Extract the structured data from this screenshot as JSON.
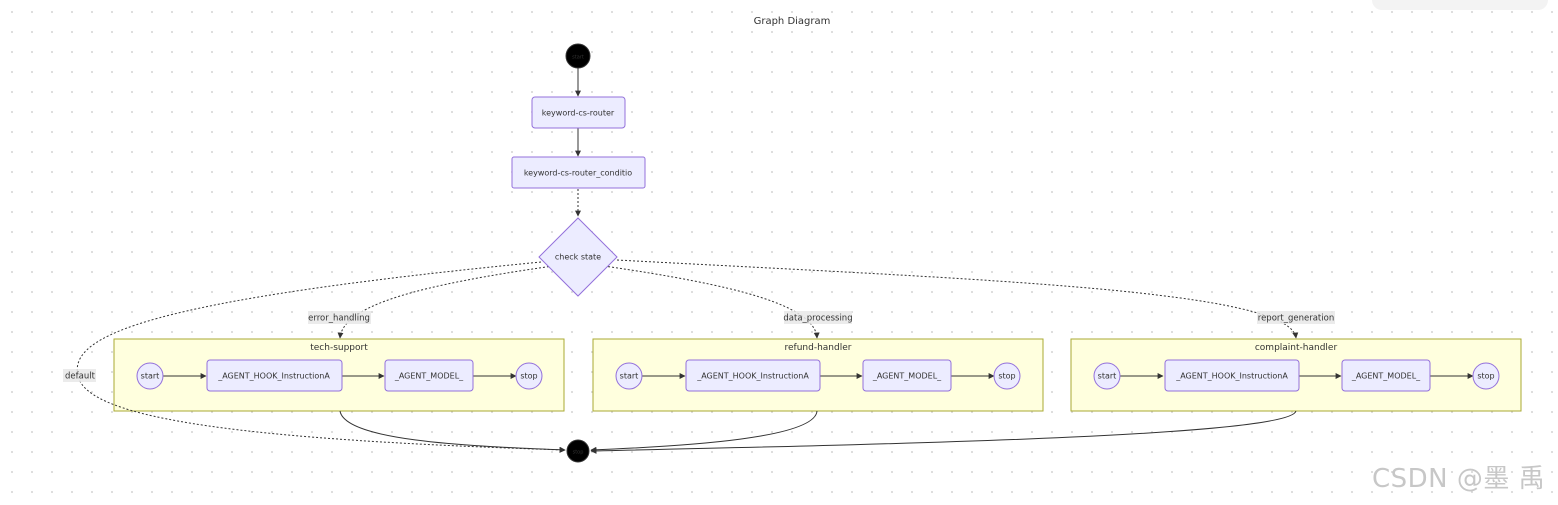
{
  "title": "Graph Diagram",
  "start_node": "start",
  "end_node": "stop",
  "nodes": {
    "router": "keyword-cs-router",
    "router_condition": "keyword-cs-router_conditio",
    "decision": "check state"
  },
  "edge_labels": {
    "error_handling": "error_handling",
    "data_processing": "data_processing",
    "report_generation": "report_generation",
    "default": "default"
  },
  "clusters": [
    {
      "title": "tech-support",
      "start": "start",
      "hook": "_AGENT_HOOK_InstructionA",
      "model": "_AGENT_MODEL_",
      "stop": "stop"
    },
    {
      "title": "refund-handler",
      "start": "start",
      "hook": "_AGENT_HOOK_InstructionA",
      "model": "_AGENT_MODEL_",
      "stop": "stop"
    },
    {
      "title": "complaint-handler",
      "start": "start",
      "hook": "_AGENT_HOOK_InstructionA",
      "model": "_AGENT_MODEL_",
      "stop": "stop"
    }
  ],
  "colors": {
    "node_fill": "#ececff",
    "node_stroke": "#9370db",
    "cluster_fill": "#ffffde",
    "cluster_stroke": "#aaaa33",
    "edge": "#333333"
  },
  "watermark": "CSDN @墨 禹"
}
